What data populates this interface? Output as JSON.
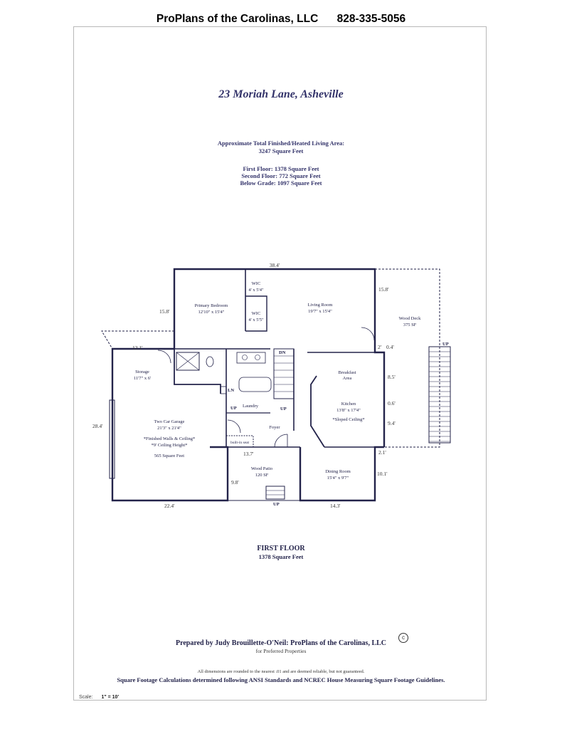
{
  "header": {
    "company": "ProPlans of the Carolinas, LLC",
    "phone": "828-335-5056"
  },
  "address": "23 Moriah Lane, Asheville",
  "summary": {
    "title": "Approximate Total Finished/Heated Living Area:",
    "total": "3247 Square Feet",
    "floors": [
      "First Floor: 1378 Square Feet",
      "Second Floor: 772 Square Feet",
      "Below Grade: 1097 Square Feet"
    ]
  },
  "plan": {
    "dims": {
      "top": "38.4'",
      "left_upper": "15.8'",
      "storage_w": "12.1'",
      "garage_h": "28.4'",
      "garage_w": "22.4'",
      "patio_w": "13.7'",
      "patio_h": "9.8'",
      "dining_w": "14.3'",
      "right_upper": "15.8'",
      "right_a": "2'",
      "right_b": "0.4'",
      "right_c": "8.5'",
      "right_d": "0.6'",
      "right_e": "9.4'",
      "right_f": "2.1'",
      "right_g": "10.1'"
    },
    "rooms": {
      "primary_name": "Primary Bedroom",
      "primary_size": "12'10\" x 15'4\"",
      "wic1_name": "WIC",
      "wic1_size": "4' x 5'4\"",
      "wic2_name": "WIC",
      "wic2_size": "4' x 5'5\"",
      "living_name": "Living Room",
      "living_size": "19'7\" x 15'4\"",
      "deck_name": "Wood Deck",
      "deck_size": "375 SF",
      "storage_name": "Storage",
      "storage_size": "11'7\" x 6'",
      "garage_name": "Two Car Garage",
      "garage_size": "21'3\" x 21'4\"",
      "garage_note1": "*Finished Walls & Ceiling*",
      "garage_note2": "*9' Ceiling Height*",
      "garage_sqft": "565 Square Feet",
      "laundry": "Laundry",
      "foyer": "Foyer",
      "builtin": "built-in seat",
      "breakfast1": "Breakfast",
      "breakfast2": "Area",
      "kitchen_name": "Kitchen",
      "kitchen_size": "13'8\" x 17'4\"",
      "kitchen_note": "*Sloped Ceiling*",
      "patio_name": "Wood Patio",
      "patio_size": "120 SF",
      "dining_name": "Dining Room",
      "dining_size": "15'4\" x 9'7\""
    },
    "marks": {
      "dn": "DN",
      "up_stairs": "UP",
      "up_laundry": "UP",
      "up_patio": "UP",
      "up_deck": "UP",
      "ln": "LN"
    }
  },
  "floor_label": {
    "title": "FIRST FLOOR",
    "sqft": "1378 Square Feet"
  },
  "prepared": {
    "by": "Prepared by Judy Brouillette-O'Neil: ProPlans of the Carolinas, LLC",
    "for": "for Preferred Properties"
  },
  "copyright_mark": "c",
  "disclaimer": "All dimensions are rounded to the nearest .01 and are deemed reliable, but not guaranteed.",
  "standards": "Square Footage Calculations determined following ANSI Standards and NCREC House Measuring Square Footage Guidelines.",
  "scale": {
    "label": "Scale:",
    "value": "1\" = 10'"
  }
}
